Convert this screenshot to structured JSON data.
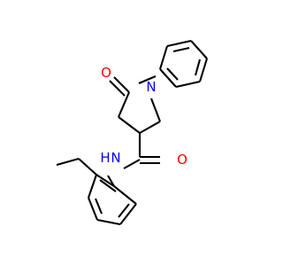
{
  "colors": {
    "bond": "#000000",
    "oxygen": "#ff0000",
    "nitrogen": "#0000ff",
    "background": "#ffffff"
  },
  "atoms": {
    "o_ketone": "O",
    "n_ring": "N",
    "n_amide": "N",
    "h_amide": "H",
    "o_amide": "O"
  }
}
